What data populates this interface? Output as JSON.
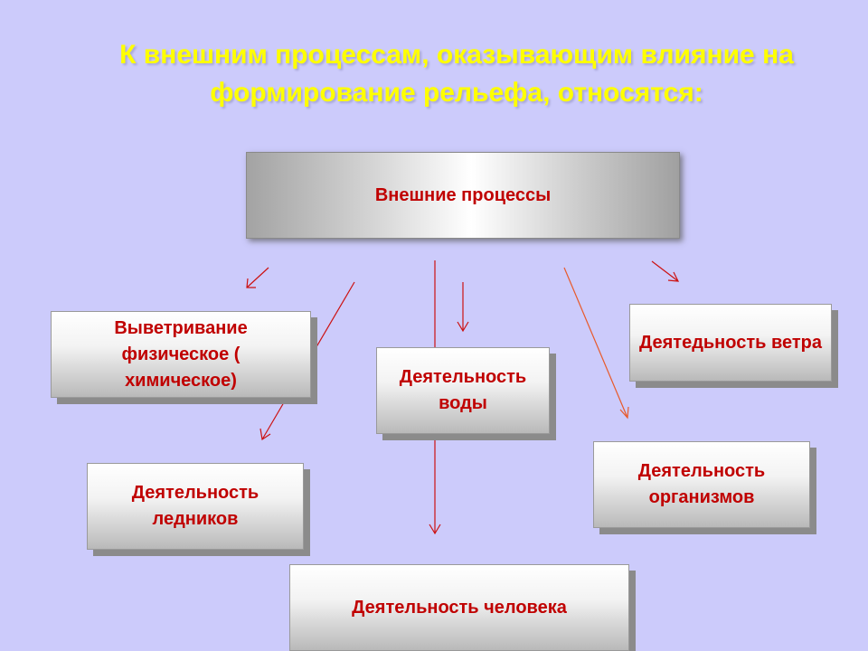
{
  "title": "К внешним процессам, оказывающим влияние на формирование рельефа, относятся:",
  "root": {
    "label": "Внешние процессы"
  },
  "nodes": {
    "weathering": "Выветривание физическое ( химическое)",
    "water": "Деятельность воды",
    "wind": "Деятедьность ветра",
    "glaciers": "Деятельность ледников",
    "organisms": "Деятельность организмов",
    "human": "Деятельность человека"
  },
  "colors": {
    "background": "#cccbfb",
    "title": "#ffff00",
    "box_text": "#c00000",
    "arrow": "#cc0000"
  }
}
